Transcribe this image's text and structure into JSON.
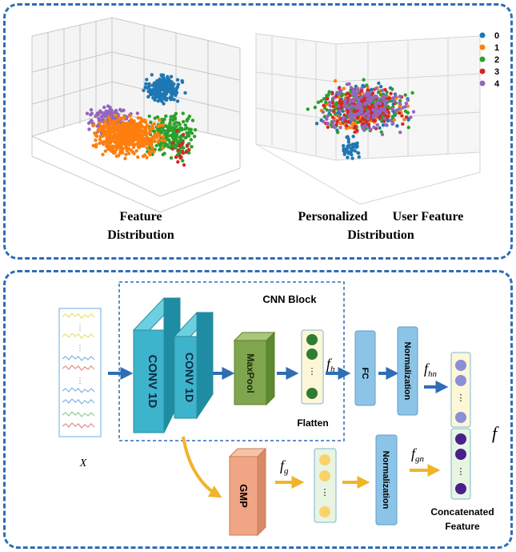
{
  "top": {
    "left_caption_1": "Feature",
    "left_caption_2": "Distribution",
    "right_caption_1": "Personalized",
    "right_caption_1b": "User Feature",
    "right_caption_2": "Distribution",
    "legend": [
      {
        "label": "0",
        "color": "#1f77b4"
      },
      {
        "label": "1",
        "color": "#ff7f0e"
      },
      {
        "label": "2",
        "color": "#2ca02c"
      },
      {
        "label": "3",
        "color": "#d62728"
      },
      {
        "label": "4",
        "color": "#9467bd"
      }
    ]
  },
  "bottom": {
    "x_label": "X",
    "cnn_block_label": "CNN Block",
    "conv1_label": "CONV 1D",
    "conv2_label": "CONV 1D",
    "maxpool_label": "MaxPool",
    "flatten_label": "Flatten",
    "fh_label": "f",
    "fh_sub": "h",
    "fc_label": "FC",
    "norm1_label": "Normalization",
    "fhn_label": "f",
    "fhn_sub": "hn",
    "f_label": "f",
    "gmp_label": "GMP",
    "fg_label": "f",
    "fg_sub": "g",
    "norm2_label": "Normalization",
    "fgn_label": "f",
    "fgn_sub": "gn",
    "concat_label_1": "Concatenated",
    "concat_label_2": "Feature"
  },
  "colors": {
    "frame": "#2f6db5",
    "conv": "#3db4cc",
    "maxpool": "#7fa64e",
    "fc": "#8cc4e8",
    "gmp": "#f0a585",
    "orange_arrow": "#f0b429",
    "blue_arrow": "#2f6db5",
    "dot_green": "#2e7d32",
    "dot_yellow": "#fbd26a",
    "dot_purple_light": "#8b8fd6",
    "dot_purple_dark": "#4a1f8c"
  }
}
